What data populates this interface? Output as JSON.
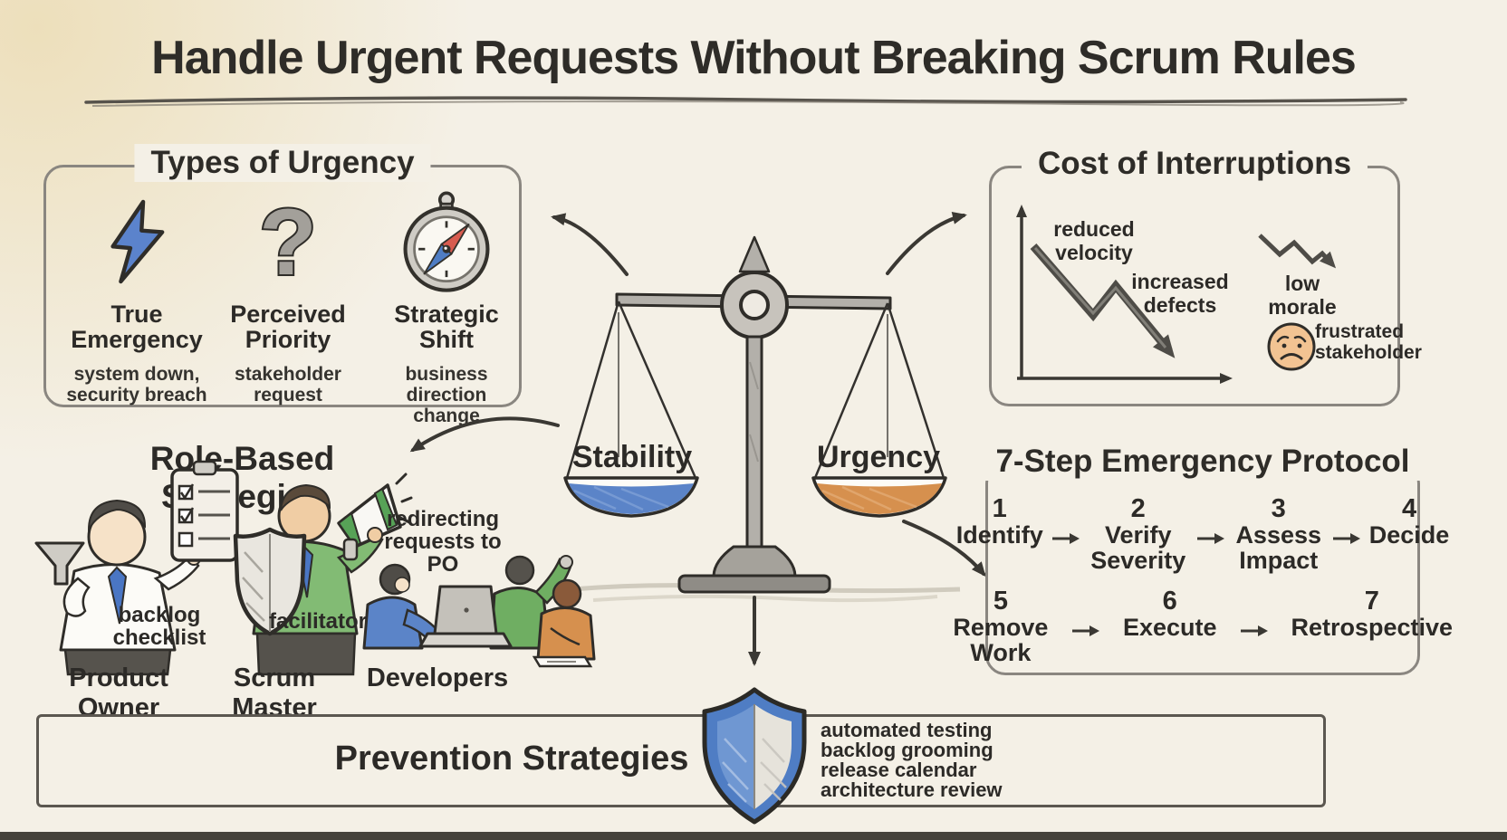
{
  "title": "Handle Urgent Requests Without Breaking Scrum Rules",
  "colors": {
    "background": "#f4f0e6",
    "ink": "#2c2a27",
    "pan_left_blue": "#5b84c8",
    "pan_right_orange": "#d6904e",
    "bolt_blue": "#5b83cc",
    "shield_blue": "#4f7dc4",
    "megaphone_green": "#57a257"
  },
  "types": {
    "heading": "Types of Urgency",
    "items": [
      {
        "icon": "lightning-icon",
        "name": "True Emergency",
        "desc": "system down, security breach"
      },
      {
        "icon": "question-mark-icon",
        "glyph": "?",
        "name": "Perceived Priority",
        "desc": "stakeholder request"
      },
      {
        "icon": "compass-icon",
        "name": "Strategic Shift",
        "desc": "business direction change"
      }
    ]
  },
  "cost": {
    "heading": "Cost of Interruptions",
    "chart_icon": "declining-line-chart-icon",
    "zigzag_icon": "downward-zigzag-arrow-icon",
    "face_icon": "sad-face-icon",
    "reduced": "reduced velocity",
    "increased": "increased defects",
    "morale": "low morale",
    "stakeholder": "frustrated stakeholder"
  },
  "scale": {
    "icon": "balance-scale-icon",
    "left_pan": "Stability",
    "right_pan": "Urgency"
  },
  "roles": {
    "heading": "Role-Based Strategies",
    "items": [
      {
        "icon": "product-owner-figure",
        "note": "backlog checklist",
        "caption": "Product Owner"
      },
      {
        "icon": "scrum-master-figure",
        "note": "facilitator",
        "caption": "Scrum Master"
      },
      {
        "icon": "developers-figure",
        "note": "redirecting requests to PO",
        "caption": "Developers"
      }
    ]
  },
  "protocol": {
    "heading": "7-Step Emergency Protocol",
    "steps": [
      {
        "num": "1",
        "label": "Identify"
      },
      {
        "num": "2",
        "label": "Verify Severity"
      },
      {
        "num": "3",
        "label": "Assess Impact"
      },
      {
        "num": "4",
        "label": "Decide"
      },
      {
        "num": "5",
        "label": "Remove Work"
      },
      {
        "num": "6",
        "label": "Execute"
      },
      {
        "num": "7",
        "label": "Retrospective"
      }
    ]
  },
  "prevention": {
    "heading": "Prevention Strategies",
    "icon": "shield-icon",
    "items": [
      "automated testing",
      "backlog grooming",
      "release calendar",
      "architecture review"
    ]
  }
}
